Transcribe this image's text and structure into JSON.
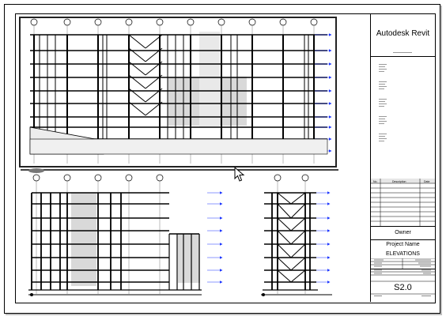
{
  "titleblock": {
    "company": "Autodesk Revit",
    "owner": "Owner",
    "project_name": "Project Name",
    "sheet_title": "ELEVATIONS",
    "sheet_number": "S2.0",
    "revision_headers": [
      "No.",
      "Description",
      "Date"
    ]
  },
  "colors": {
    "border": "#000000",
    "level_marker": "#1a33ff",
    "active_viewport": "#222222",
    "glazing": "#d9d9d9"
  },
  "cursor": {
    "icon": "arrow-pointer-icon"
  }
}
